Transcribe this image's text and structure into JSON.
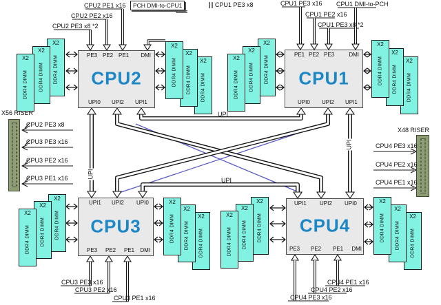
{
  "colors": {
    "dimm_fill": "#82f3e2",
    "cpu_fill": "#e9e9e9",
    "cpu_name_blue": "#1b87c7",
    "riser_fill": "#8e9d74",
    "blue_link": "#5a5ac8"
  },
  "cpus": [
    {
      "name": "CPU1",
      "top_ports": [
        "PE1",
        "PE2",
        "PE3",
        "DMI"
      ],
      "bottom_ports": [
        "UPI0",
        "UPI2",
        "UPI1"
      ]
    },
    {
      "name": "CPU2",
      "top_ports": [
        "PE3",
        "PE2",
        "PE1",
        "DMI"
      ],
      "bottom_ports": [
        "UPI0",
        "UPI2",
        "UPI1"
      ]
    },
    {
      "name": "CPU3",
      "top_ports": [
        "UPI1",
        "UPI2",
        "UPI0"
      ],
      "bottom_ports": [
        "PE3",
        "PE2",
        "PE1",
        "DMI"
      ]
    },
    {
      "name": "CPU4",
      "top_ports": [
        "UPI1",
        "UPI2",
        "UPI0"
      ],
      "bottom_ports": [
        "PE3",
        "PE2",
        "PE1",
        "DMI"
      ]
    }
  ],
  "dimm": {
    "x2": "X2",
    "label": "DDR4 DIMM"
  },
  "upi_label": "UPI",
  "top_labels": {
    "cpu2_pe1": "CPU2 PE1 x16",
    "cpu2_pe2": "CPU2 PE2 x16",
    "cpu2_pe3": "CPU2 PE3 x8 *2",
    "pch": "PCH DMI-to-CPU1",
    "cpu1_pe3_x8": "CPU1 PE3 x8",
    "cpu1_pe3_x16": "CPU1 PE3 x16",
    "cpu1_pe2": "CPU1 PE2 x16",
    "cpu1_pe3_x8_2": "CPU1 PE3 x8 *2",
    "cpu1_dmi": "CPU1 DMI-to-PCH"
  },
  "bottom_labels": {
    "cpu3_pe3": "CPU3 PE3 x16",
    "cpu3_pe2": "CPU3 PE2 x16",
    "cpu3_pe1": "CPU3 PE1 x16",
    "cpu4_pe1": "CPU4 PE1 x16",
    "cpu4_pe2": "CPU4 PE2 x16",
    "cpu4_pe3": "CPU4 PE3 x16"
  },
  "left_riser": {
    "title": "X56 RISER",
    "slots": [
      "CPU2 PE3 x8",
      "CPU3 PE3 x16",
      "CPU3 PE2 x16",
      "CPU3 PE1 x16"
    ]
  },
  "right_riser": {
    "title": "X48 RISER",
    "slots": [
      "CPU4 PE3 x16",
      "CPU4 PE2 x16",
      "CPU4 PE1 x16"
    ]
  }
}
